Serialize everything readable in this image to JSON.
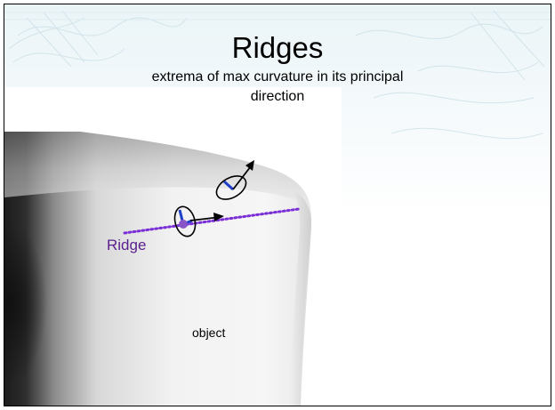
{
  "slide": {
    "title": "Ridges",
    "subtitle_line1": "extrema of max curvature in its principal",
    "subtitle_line2": "direction",
    "ridge_label": "Ridge",
    "object_label": "object"
  },
  "colors": {
    "ridge": "#7b2fd6",
    "ridge_label": "#5a1f8e",
    "principal_direction": "#1f3fc9",
    "normal_vector": "#000000",
    "background_pattern": "#d8eaf0"
  }
}
